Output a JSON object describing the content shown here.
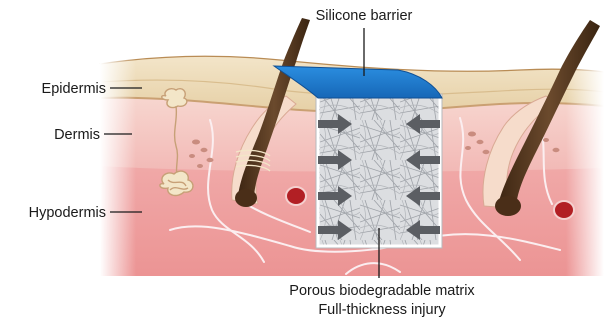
{
  "figure": {
    "labels": {
      "top": "Silicone barrier",
      "epidermis": "Epidermis",
      "dermis": "Dermis",
      "hypodermis": "Hypodermis",
      "matrix": "Porous biodegradable matrix",
      "injury": "Full-thickness injury"
    },
    "colors": {
      "epidermis": "#efdfc0",
      "dermis": "#f4c8c4",
      "hypodermis": "#ee9f9f",
      "hair": "#5a3a22",
      "silicone": "#1f7fd0",
      "matrix": "#d7d9dc",
      "arrows": "#5b5e63",
      "vessel": "#b21f24"
    },
    "icons": [
      "hair-follicle-icon",
      "sweat-gland-icon",
      "blood-vessel-icon",
      "migration-arrow-icon"
    ]
  }
}
